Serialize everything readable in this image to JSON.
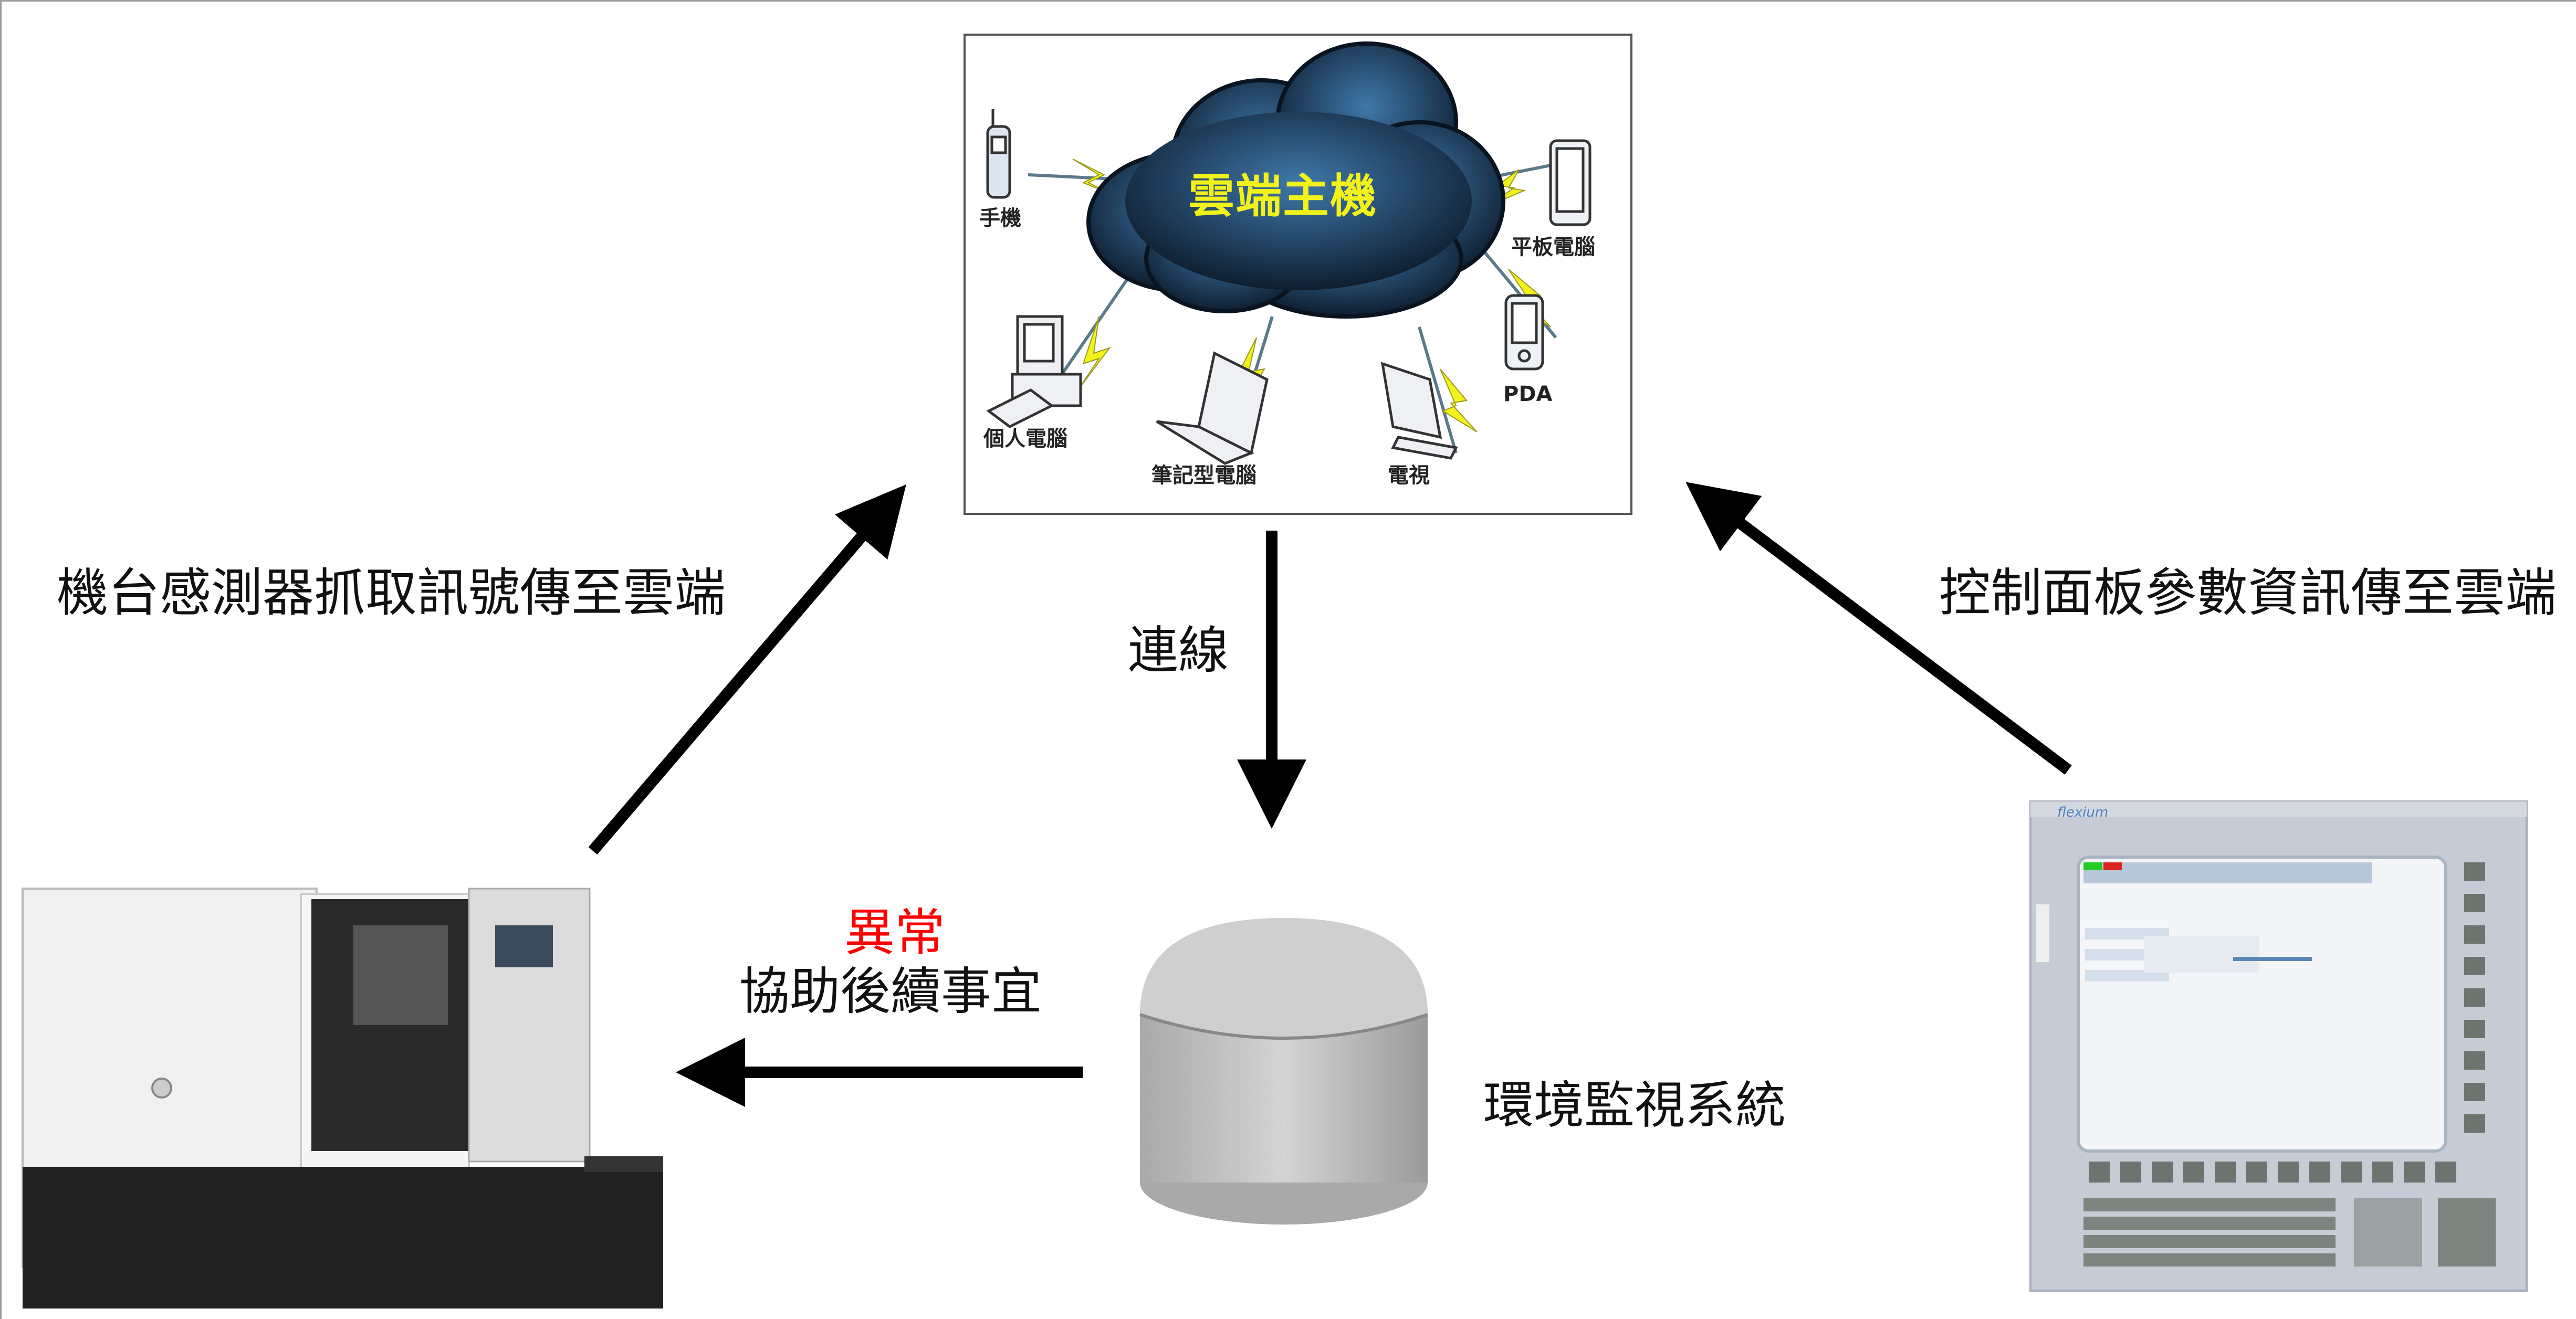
{
  "cloud_panel": {
    "title": "雲端主機",
    "devices": {
      "phone": "手機",
      "tablet": "平板電腦",
      "pc": "個人電腦",
      "laptop": "筆記型電腦",
      "tv": "電視",
      "pda": "PDA"
    }
  },
  "labels": {
    "left_flow": "機台感測器抓取訊號傳至雲端",
    "right_flow": "控制面板參數資訊傳至雲端",
    "connection": "連線",
    "abnormal": "異常",
    "assist": "協助後續事宜",
    "monitor_system": "環境監視系統"
  },
  "control_panel": {
    "brand": "flexium"
  },
  "colors": {
    "abnormal": "#ff0000",
    "bolt": "#f2f21a",
    "cloud": "#1c3552"
  }
}
